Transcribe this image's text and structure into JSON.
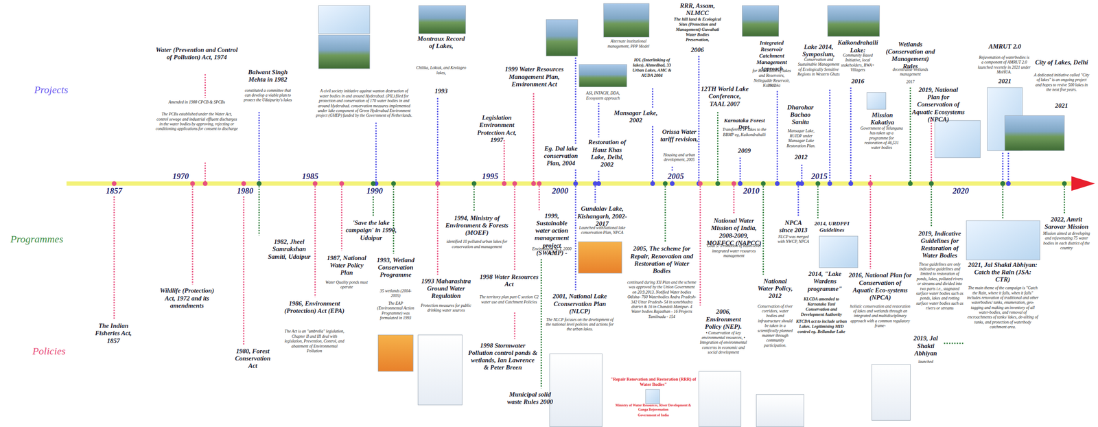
{
  "diagram": {
    "labels": [
      "Projects",
      "Programmes",
      "Policies",
      "1857",
      "1970",
      "1980",
      "1985",
      "1990",
      "1995",
      "2000",
      "2005",
      "2010",
      "2015",
      "2020",
      "Water (Prevention and Control of Pollution) Act, 1974",
      "Amended in 1988 CPCB & SPCBs",
      "The PCBs established under the Water Act, control sewage and industrial effluent discharges in the water bodies by approving, rejecting or conditioning applications for consent to discharge",
      "Balwant Singh Mehta in 1982",
      "constituted a committee that can develop a viable plan to protect the Udaipurity's lakes",
      "A civil society initiative against wanton destruction of water bodies in and around Hyderabad. (PIL) filed for protection and conservation of 170 water bodies in and around Hyderabad. conservation measures implemented under lake component of Green Hyderabad Environment project (GHEP) funded by the Government of Netherlands.",
      "Montraux Record of Lakes,",
      "Chilika, Loktak, and Keolageo lakes,",
      "1993",
      "Legislation Environment Protection Act, 1997",
      "1999 Water Resources Management Plan, Environment Act",
      "Eg. Dal lake conservation Plan, 2004",
      "Alternate institutional management, PPP Model",
      "ASI, INTACH, DDA, Ecosystem approach",
      "Restoration of Hauz Khas Lake, Delhi, 2002",
      "IOL (Interlinking of lakes), Ahmedbad, 33 Urban Lakes, AMC & AUDA 2004",
      "Mansagar Lake, 2002",
      "RRR, Assam, NLMCC",
      "The hill land & Ecological Sites (Protection and Management) Guwahati Water Bodies Preservation,",
      "2006",
      "Orissa Water tariff revision,",
      "Housing and urban development, 2005",
      "12TH World Lake Conference, TAAL 2007",
      "Karnataka Forest Dept.",
      "Transferred 17 lakes to the BBMP eg, Kaikondrahalli",
      "2009",
      "Integrated Reservoir Catchment Management Approach",
      "for Restoration of lakes and Reservoirs, Nellegudde Reservoir, Karnataka",
      "2012",
      "Lake 2014, Symposium,",
      "Conservation and Sustainable Management of Ecologically Sensitive Regions in Western Ghats",
      "Dharohar Bachao Sanita",
      "Mansagar Lake, RUIDP under Mansagar Lake Restoration Plan.",
      "2012",
      "Kaikondrahalli Lake:",
      "Community Based Initiative, local stakeholders, RWA+ Villagers",
      "2016",
      "Mission Kakatiya",
      "Government of Telangana has taken up a programme for restoration of 46,531 water bodies",
      "Wetlands (Conservation and Management) Rules",
      "decentralise wetlands management",
      "2017",
      "2019, National Plan for Conservation of Aquatic Ecosystems (NPCA)",
      "AMRUT 2.0",
      "Rejuvenation of waterbodies is a component of AMRUT 2.0 launched recently in 2021 under MoHUA.",
      "2021",
      "City of Lakes, Delhi",
      "A dedicated initiative called \"City of lakes\" is an ongoing project and hopes to revive 500 lakes in the next five years.",
      "2021",
      "The Indian Fisheries Act, 1857",
      "Wildlife (Protection) Act, 1972 and its amendments",
      "1980, Forest Conservation Act",
      "1982, Jheel Samrakshan Samiti, Udaipur",
      "1986, Environment (Protection) Act (EPA)",
      "The Act is an \"umbrella\" legislation, Chapter II and III deal with legislation, Prevention, Control, and abatement of Environmental Pollution",
      "1987, National Water Policy Plan",
      "Water Quality ponds must operate",
      "'Save the lake campaign' in 1990, Udaipur",
      "1993, Wetland Conservation Programme",
      "35 wetlands (2004-2005)",
      "The EAP (Environmental Action Programme) was formulated in 1993",
      "1993 Maharashtra Ground Water Regulation",
      "Protection measures for public drinking water sources",
      "1994, Ministry of Environment & Forests (MOEF)",
      "identified 10 polluted urban lakes for conservation and management",
      "1998 Water Resources Act",
      "The territory plan part C section C2 water use and Catchment Policies",
      "1998 Stormwater Pollution control ponds & wetlands, Ian Lawrence & Peter Breen",
      "1999, Sustainable water action management project (SWAMP) -",
      "Environment ACT, 2000 ACT",
      "Municipal solid waste Rules 2000",
      "2001, National Lake Cconservation Plan (NLCP)",
      "The NLCP focuses on the development of the national level policies and actions for the urban lakes.",
      "Gundalav Lake, Kishangarh, 2002- 2017",
      "Launched withNational lake conservation Plan, NPCA",
      "2005, The scheme for Repair, Renovation and Restoration of Water Bodies",
      "continued during XII Plan and the scheme was approved by the Union Government on 20.9.2013. Notified Water bodies Odisha- 760 Waterbodies Andra Pradesh- 342 Uttar Pradesh- 54 in sonebhadra district & 16 in Chandoli Manipur- 4 Water bodies Rajasthan - 16 Projects Tamilnadu - 154",
      "\"Repair Renovation and Restoration (RRR) of Water Bodies\"",
      "Ministry of Water Resources, River Development & Ganga Rejuvenation",
      "Government of India",
      "2006, Environment Policy (NEP).",
      "• Conservation of key environmental resources, • Integration of environmental concerns in economic and social development",
      "National Water Mission of India, 2008-2009, MOEFCC (NAPCC)",
      "Goal 5: Promotion of basin-level integrated water resources management",
      "National Water Policy, 2012",
      "Conservation of river corridors, water bodies and infrastructure should be taken in a scientifically planned manner through community participation.",
      "NPCA since 2013",
      "NLCP was merged with NWCP, NPCA",
      "2014, URDPFI Guidelines",
      "2014, \"Lake Wardens programme\"",
      "KLCDA amended to Karnataka Tanl Conservation and Development Authority",
      "KTCDA act to include urban Lakes. Legitimising MID control eg. Bellandur Lake",
      "2016, National Plan for Conservation of Aquatic Eco-systems (NPCA)",
      "holistic conservation and restoration of lakes and wetlands through an integrated and multidisciplinary approach with a common regulatory frame-",
      "2019, Indicative Guidelines for Restoration of Water Bodies",
      "These guidelines are only indicative guidelines and limited to restoration of ponds, lakes, polluted rivers or streams and divided into two parts i.e., stagnated surface water bodies such as ponds, lakes and rotting surface water bodies such as rivers or streams",
      "2019, Jal Shakti Abhiyan",
      "launched",
      "2021, Jal Shakti Abhiyan: Catch the Rain (JSA: CTR)",
      "The main theme of the campaign is \"Catch the Rain, where it falls, when it falls\" includes renovation of traditional and other waterbodies/ tanks, enumeration, geo-tagging and making an inventory of all water-bodies, and removal of encroachments of tanks/ lakes, de-silting of tanks, and protection of waterbody catchment area.",
      "2022, Amrit Sarovar Mission",
      "Mission aimed at developing and rejuvenating 75 water bodies in each district of the country"
    ]
  }
}
